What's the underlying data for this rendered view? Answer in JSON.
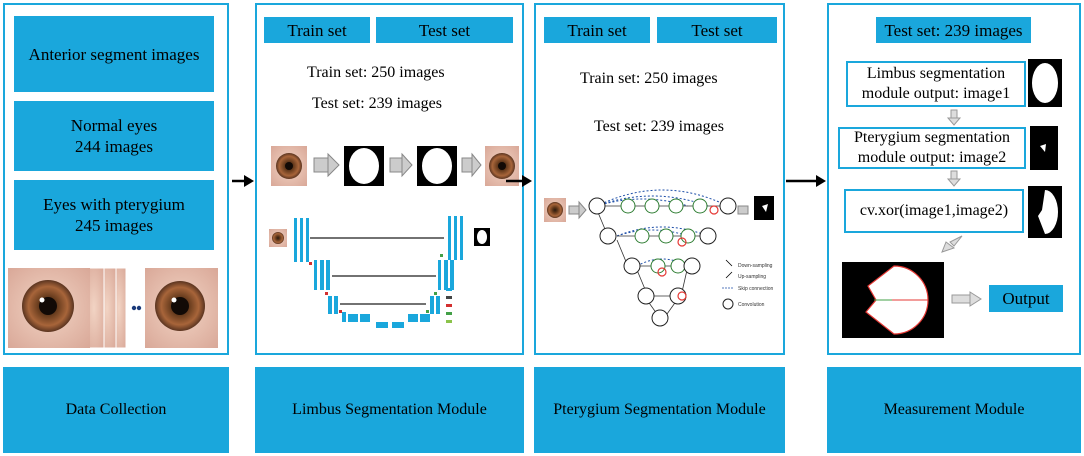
{
  "colors": {
    "accent": "#1aa7dc",
    "mask_bg": "#000000",
    "mask_fg": "#ffffff",
    "highlight": "#e53935"
  },
  "data_collection": {
    "box1": "Anterior segment images",
    "box2_line1": "Normal eyes",
    "box2_line2": "244 images",
    "box3_line1": "Eyes with pterygium",
    "box3_line2": "245 images",
    "footer": "Data Collection"
  },
  "limbus": {
    "train_btn": "Train set",
    "test_btn": "Test  set",
    "train_text": "Train set: 250 images",
    "test_text": "Test set: 239 images",
    "footer": "Limbus Segmentation Module"
  },
  "pterygium": {
    "train_btn": "Train set",
    "test_btn": "Test  set",
    "train_text": "Train set: 250 images",
    "test_text": "Test set: 239 images",
    "legend": [
      "Down-sampling",
      "Up-sampling",
      "Skip connection",
      "Convolution"
    ],
    "footer": "Pterygium Segmentation Module"
  },
  "measurement": {
    "test_btn": "Test set: 239 images",
    "limbus_line1": "Limbus segmentation",
    "limbus_line2": "module output: image1",
    "pterygium_line1": "Pterygium segmentation",
    "pterygium_line2": "module output: image2",
    "xor": "cv.xor(image1,image2)",
    "output": "Output",
    "footer": "Measurement Module"
  }
}
